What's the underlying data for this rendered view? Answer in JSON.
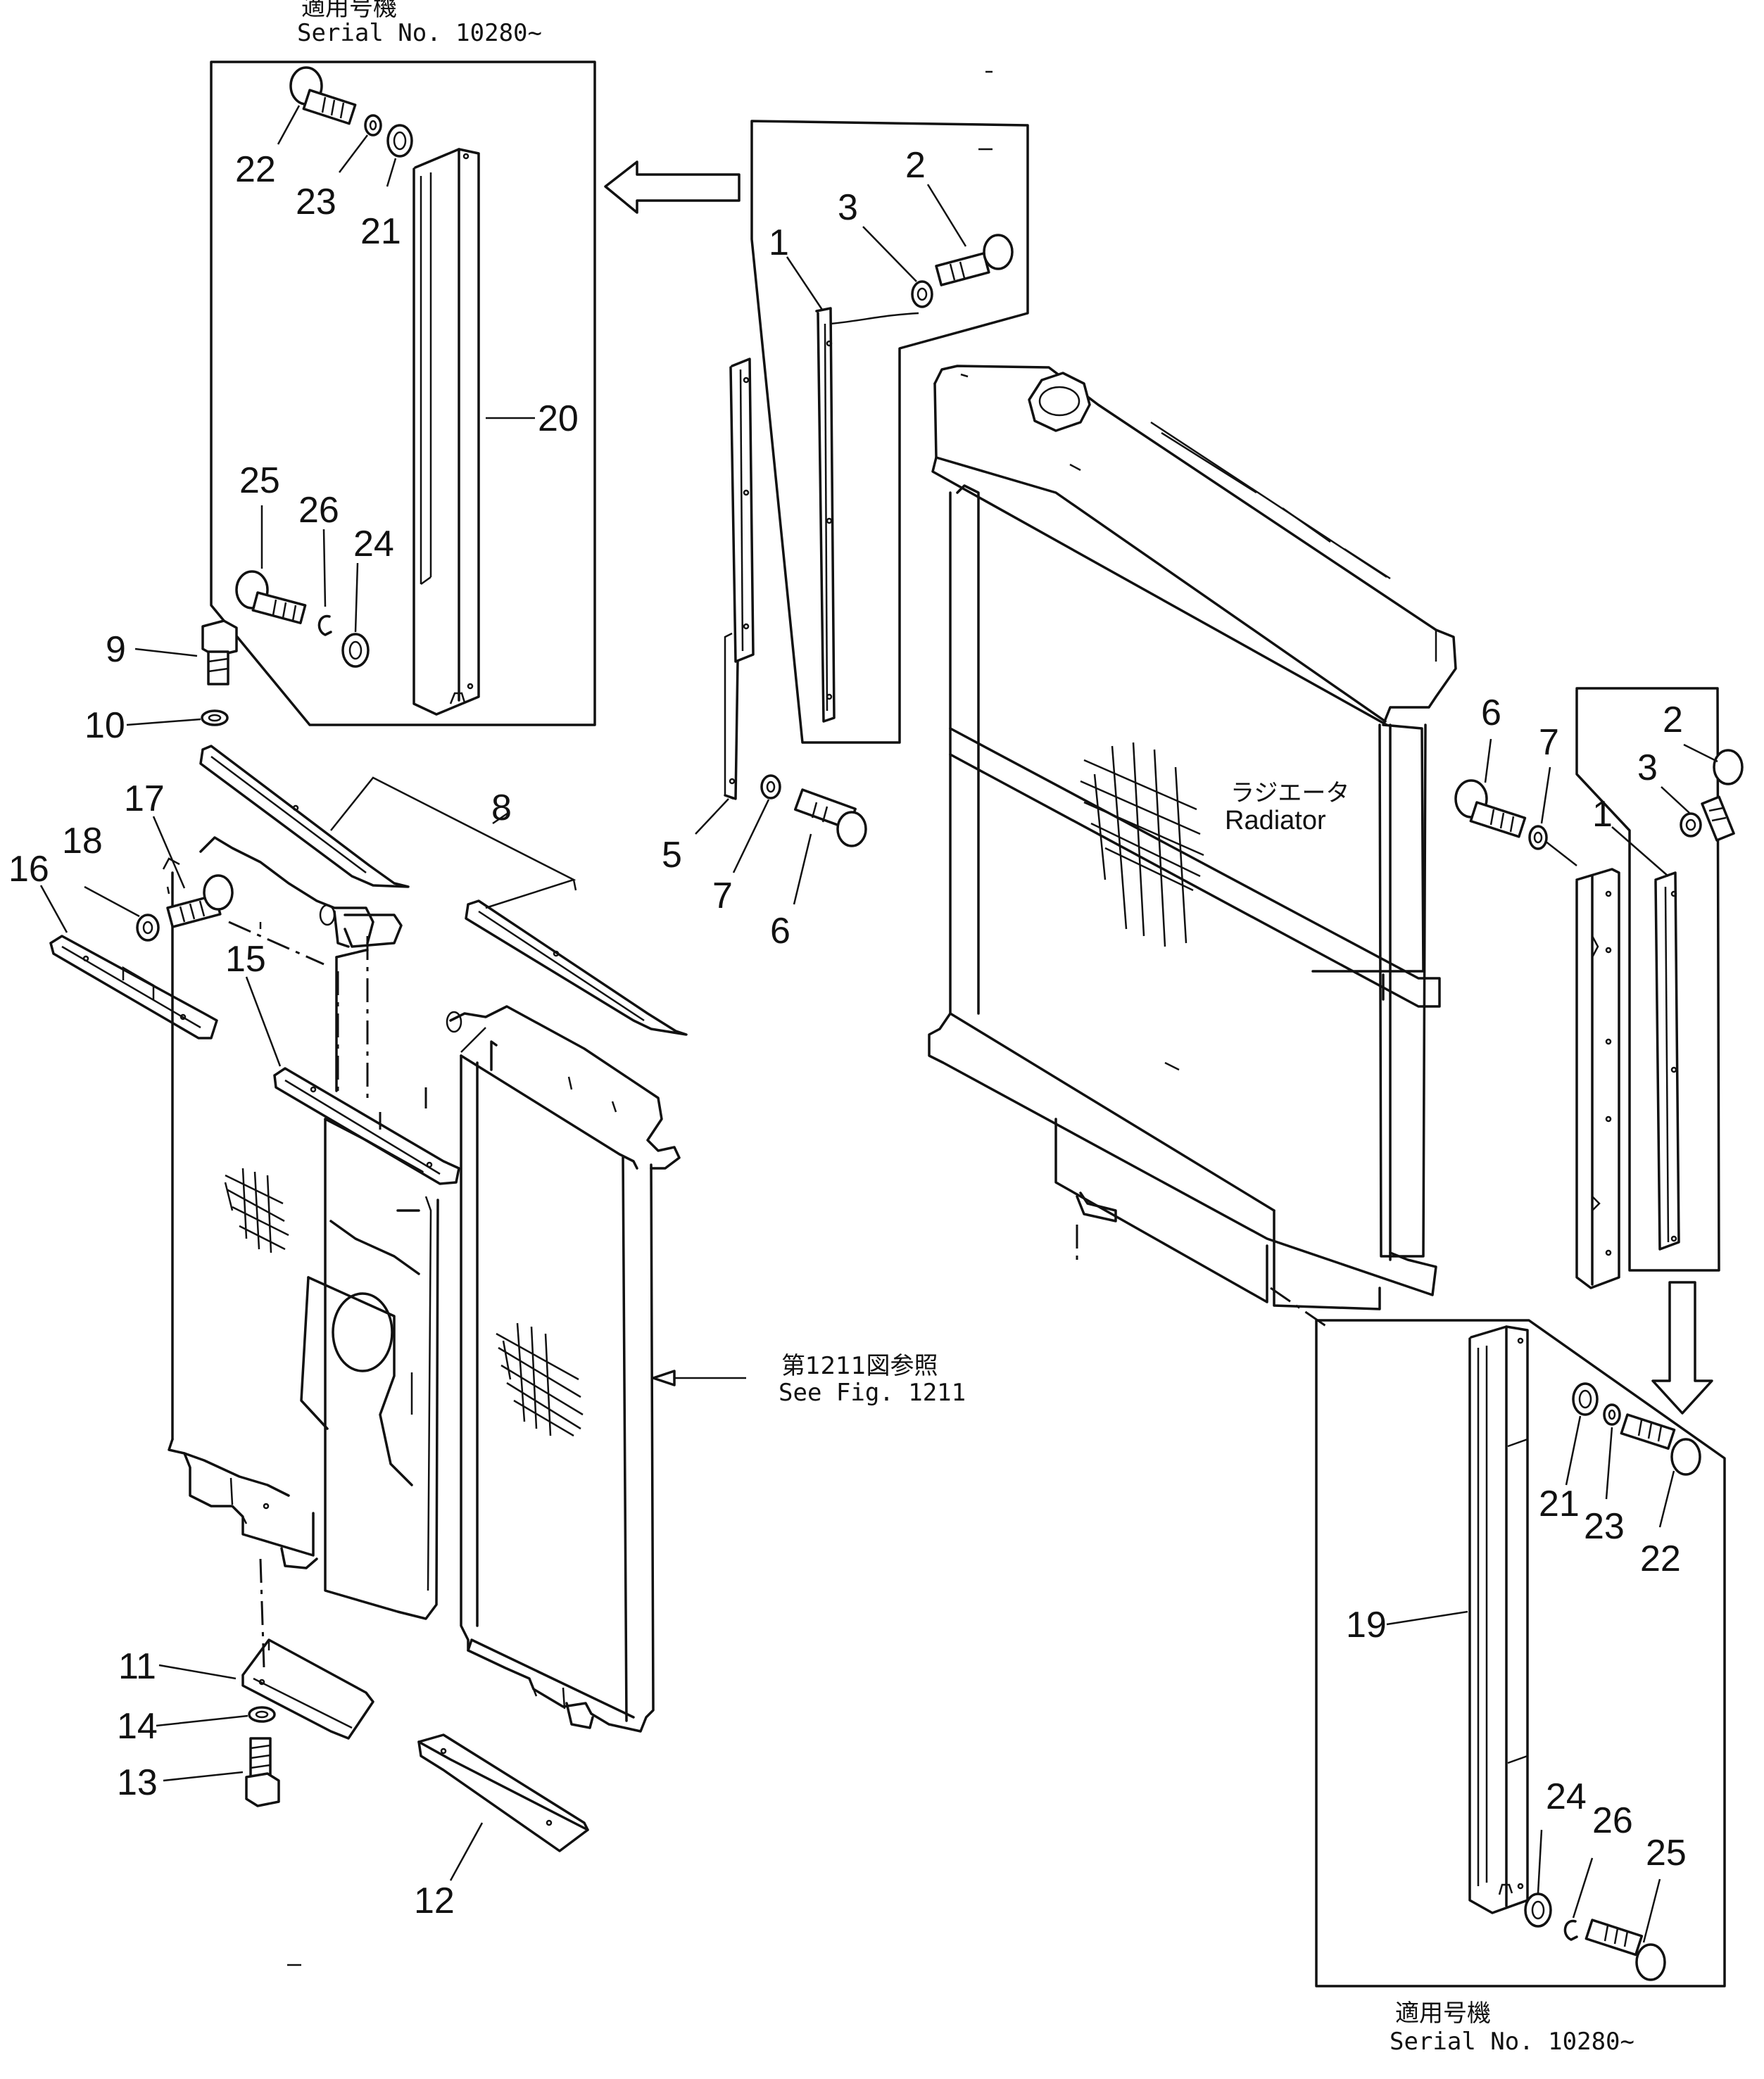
{
  "inset_top_left": {
    "applicable_jp": "適用号機",
    "serial": "Serial  No. 10280~"
  },
  "inset_bottom_right": {
    "applicable_jp": "適用号機",
    "serial": "Serial  No. 10280~"
  },
  "radiator": {
    "label_jp": "ラジエータ",
    "label_en": "Radiator"
  },
  "reference": {
    "label_jp": "第1211図参照",
    "label_en": "See  Fig.  1211"
  },
  "callouts": {
    "c1_top": "1",
    "c2_top": "2",
    "c3_top": "3",
    "c5": "5",
    "c6_mid": "6",
    "c7_mid": "7",
    "c6_right": "6",
    "c7_right": "7",
    "c1_right": "1",
    "c2_right": "2",
    "c3_right": "3",
    "c8": "8",
    "c9": "9",
    "c10": "10",
    "c11": "11",
    "c12": "12",
    "c13": "13",
    "c14": "14",
    "c15": "15",
    "c16": "16",
    "c17": "17",
    "c18": "18",
    "c19": "19",
    "c20": "20",
    "c21_tl": "21",
    "c22_tl": "22",
    "c23_tl": "23",
    "c24_tl": "24",
    "c25_tl": "25",
    "c26_tl": "26",
    "c21_br": "21",
    "c22_br": "22",
    "c23_br": "23",
    "c24_br": "24",
    "c25_br": "25",
    "c26_br": "26"
  }
}
